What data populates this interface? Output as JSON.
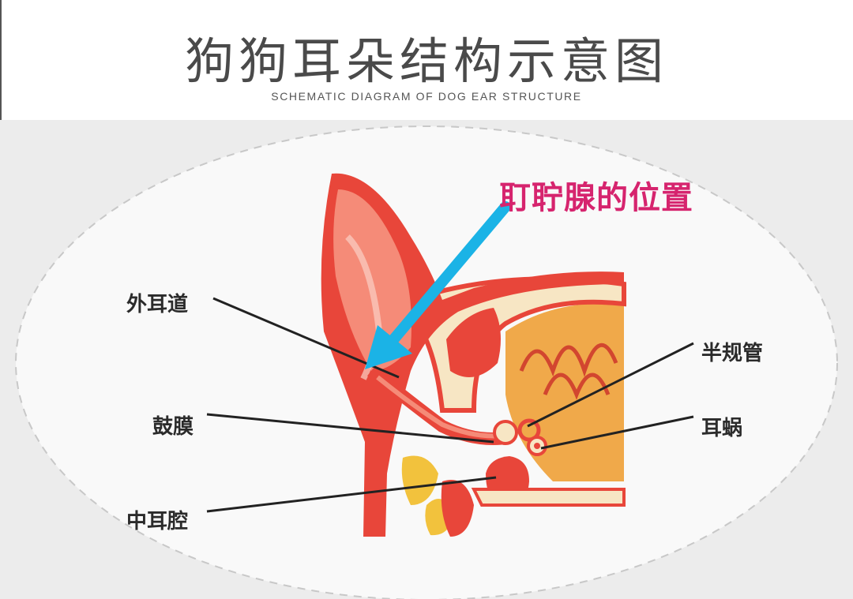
{
  "header": {
    "title": "狗狗耳朵结构示意图",
    "subtitle": "SCHEMATIC DIAGRAM OF DOG EAR STRUCTURE"
  },
  "callout": {
    "text": "耵聍腺的位置",
    "color": "#d6246e",
    "arrow_color": "#1bb3e6"
  },
  "labels": {
    "ear_canal": "外耳道",
    "eardrum": "鼓膜",
    "middle_ear": "中耳腔",
    "semicircular": "半规管",
    "cochlea": "耳蜗"
  },
  "colors": {
    "ear_red": "#e8463a",
    "ear_inner": "#f58b78",
    "brain": "#f0a94a",
    "bone": "#f7e6c4",
    "panel_bg": "#ececec",
    "oval_fill": "#f9f9f9"
  }
}
